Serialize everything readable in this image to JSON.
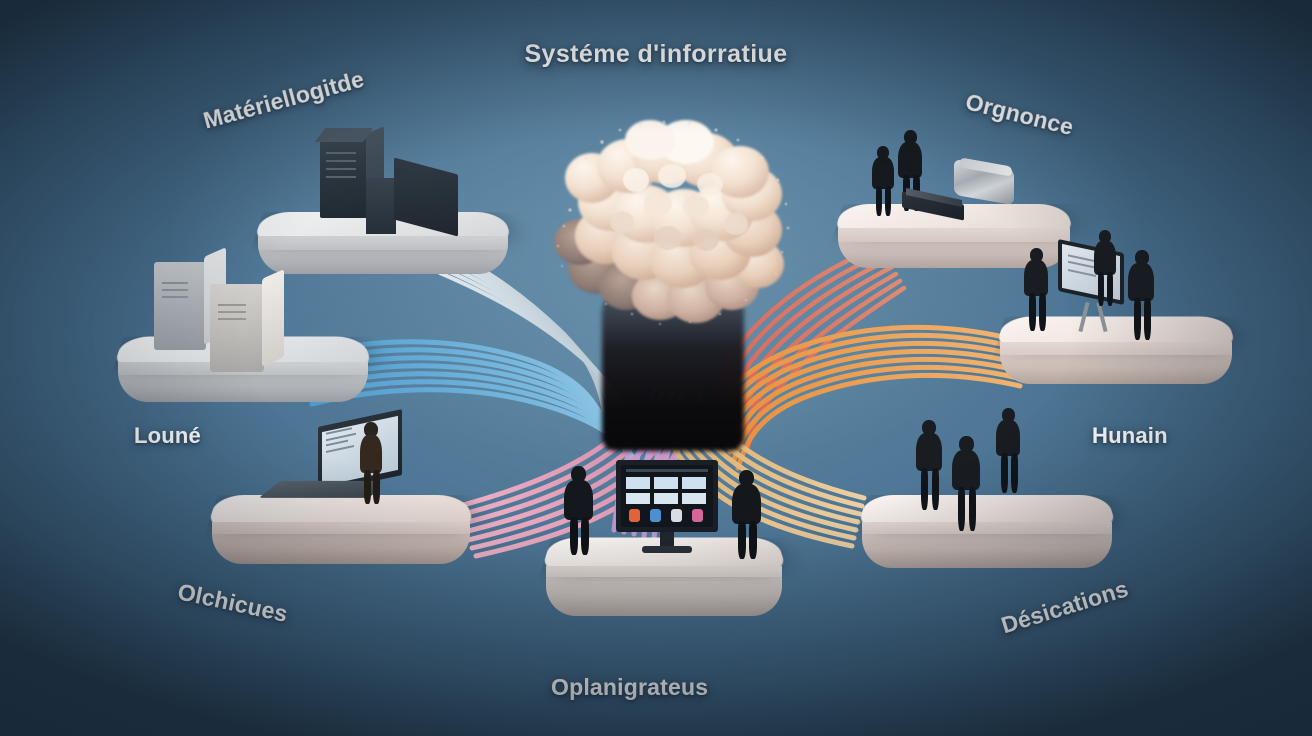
{
  "image": {
    "kind": "3d-isometric-concept-illustration",
    "title": "Systéme d'inforratiue",
    "background_colors": {
      "top": "#1e3446",
      "mid": "#4d7897",
      "bottom": "#2b4257",
      "glow": "#78a0b9"
    }
  },
  "center": {
    "name": "central-cloud",
    "description": "billowing cream cloud / brain burst on a dark pedestal",
    "cloud_color": "#f3e2d2",
    "cloud_shadow": "#caa892",
    "stem_color": "#0b0a0c"
  },
  "labels": [
    {
      "id": "title",
      "text": "Systéme d'inforratiue",
      "color": "#ffffff"
    },
    {
      "id": "materiel",
      "text": "Matériellogitde",
      "color": "#ffffff"
    },
    {
      "id": "loue",
      "text": "Louné",
      "color": "#ffffff"
    },
    {
      "id": "olchic",
      "text": "Olchicues",
      "color": "#ffffff"
    },
    {
      "id": "oplan",
      "text": "Oplanigrateus",
      "color": "#ffffff"
    },
    {
      "id": "orgno",
      "text": "Orgnonce",
      "color": "#ffffff"
    },
    {
      "id": "hunain",
      "text": "Hunain",
      "color": "#ffffff"
    },
    {
      "id": "desic",
      "text": "Désications",
      "color": "#ffffff"
    }
  ],
  "nodes": [
    {
      "id": "materiel",
      "label": "Matériellogitde",
      "platform_color": "#e9eaea",
      "contents": "two dark server towers",
      "cable_color": "#cfd8dc",
      "cable_count": 6
    },
    {
      "id": "loue",
      "label": "Louné",
      "platform_color": "#e6e7e8",
      "contents": "two light grey server boxes",
      "cable_color": "#5aa6d8",
      "cable_count": 7
    },
    {
      "id": "olchic",
      "label": "Olchicues",
      "platform_color": "#f0e6e2",
      "contents": "laptop with monitor and one standing figure",
      "cable_color": "#e8a6bf",
      "cable_count": 7
    },
    {
      "id": "oplan",
      "label": "Oplanigrateus",
      "platform_color": "#f2ece8",
      "contents": "dashboard monitor flanked by two dark figures",
      "cable_color": "#c9a2d4",
      "cable_count": 6
    },
    {
      "id": "orgno",
      "label": "Orgnonce",
      "platform_color": "#f3e9e4",
      "contents": "two figures with a silver device and a dark console",
      "cable_color": "#d9695e",
      "cable_count": 7
    },
    {
      "id": "hunain",
      "label": "Hunain",
      "platform_color": "#f1e8e4",
      "contents": "three figures around a tilted display easel",
      "cable_color": "#e8913f",
      "cable_count": 7
    },
    {
      "id": "desic",
      "label": "Désications",
      "platform_color": "#efe6e2",
      "contents": "three dark standing figures",
      "cable_color": "#dcb06a",
      "cable_count": 7
    }
  ],
  "screen_tiles": {
    "rows": [
      [
        "#d8e6f2",
        "#d8e6f2",
        "#d8e6f2"
      ],
      [
        "#cfe0f0",
        "#cfe0f0",
        "#cfe0f0"
      ]
    ],
    "icons": [
      "#e2623a",
      "#4f8fd0",
      "#d9dde2",
      "#d4679a"
    ]
  }
}
